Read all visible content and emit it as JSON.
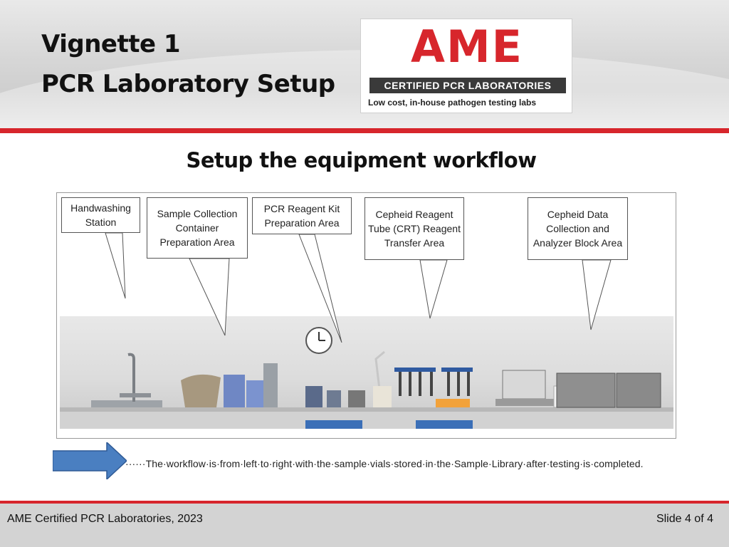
{
  "slide": {
    "title_line1": "Vignette 1",
    "title_line2": "PCR Laboratory Setup",
    "subtitle": "Setup the equipment workflow"
  },
  "logo": {
    "name": "AME",
    "band": "CERTIFIED PCR LABORATORIES",
    "tagline": "Low cost, in-house pathogen testing labs"
  },
  "callouts": [
    {
      "label": "Handwashing Station"
    },
    {
      "label": "Sample Collection Container Preparation Area"
    },
    {
      "label": "PCR Reagent Kit Preparation Area"
    },
    {
      "label": "Cepheid Reagent Tube (CRT) Reagent Transfer Area"
    },
    {
      "label": "Cepheid Data Collection and Analyzer Block Area"
    }
  ],
  "workflow_note": "······The·workflow·is·from·left·to·right·with·the·sample·vials·stored·in·the·Sample·Library·after·testing·is·completed.",
  "footer": {
    "left": "AME Certified PCR Laboratories, 2023",
    "right": "Slide 4 of 4"
  },
  "colors": {
    "accent_red": "#d7262c",
    "arrow_blue": "#4a7fc1"
  }
}
